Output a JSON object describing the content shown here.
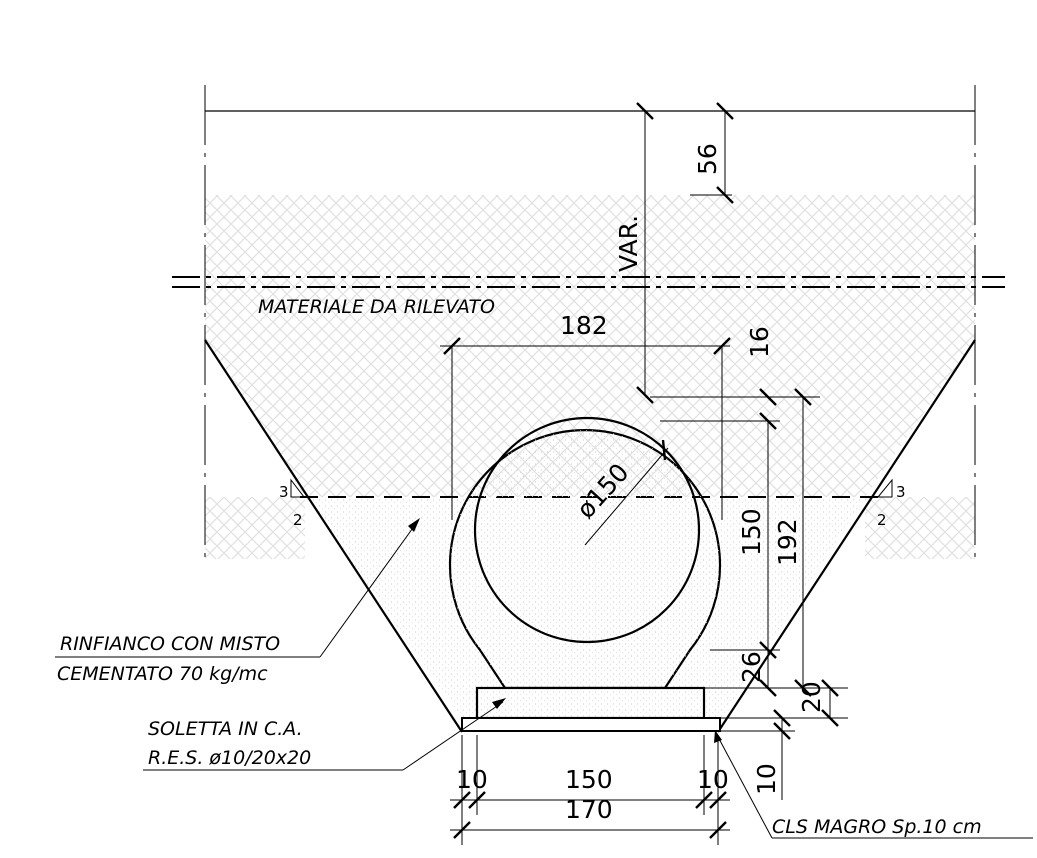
{
  "labels": {
    "fill_material": "MATERIALE  DA  RILEVATO",
    "backfill_line1": "RINFIANCO  CON  MISTO",
    "backfill_line2": "CEMENTATO  70  kg/mc",
    "slab_line1": "SOLETTA  IN  C.A.",
    "slab_line2": "R.E.S.  ø10/20x20",
    "lean_concrete": "CLS  MAGRO  Sp.10  cm"
  },
  "dimensions": {
    "top_cover": "56",
    "variable_depth": "VAR.",
    "outer_width": "182",
    "top_wall": "16",
    "inner_diameter": "ø150",
    "inner_height": "150",
    "outer_height": "192",
    "base_wall": "26",
    "slab_thickness": "20",
    "lean_thickness": "10",
    "left_offset": "10",
    "right_offset": "10",
    "slab_inner_width": "150",
    "slab_total_width": "170"
  },
  "slopes": {
    "left_rise": "3",
    "left_run": "2",
    "right_rise": "3",
    "right_run": "2"
  },
  "colors": {
    "line": "#000000",
    "fill_hatch": "#e4e4e4",
    "backfill_texture": "#cccccc"
  }
}
